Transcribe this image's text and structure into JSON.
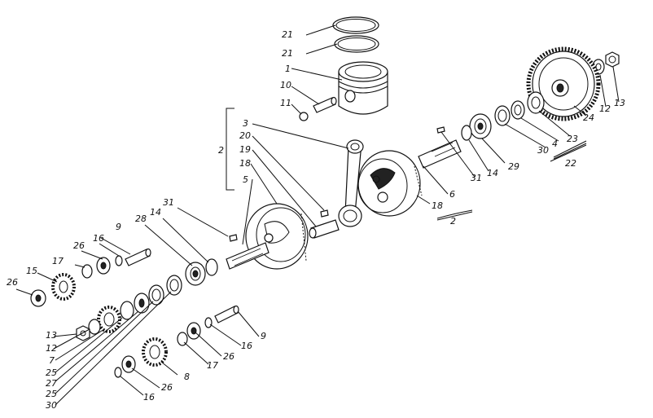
{
  "labels": {
    "l21a": "21",
    "l21b": "21",
    "l1": "1",
    "l10": "10",
    "l11": "11",
    "l13r": "13",
    "l12r": "12",
    "l24": "24",
    "l23": "23",
    "l4": "4",
    "l30r": "30",
    "l22": "22",
    "l29": "29",
    "l14r": "14",
    "l31r": "31",
    "l6": "6",
    "l18r": "18",
    "l2r": "2",
    "l3": "3",
    "l20": "20",
    "l19": "19",
    "l18l": "18",
    "l5": "5",
    "l2l": "2",
    "l31l": "31",
    "l28": "28",
    "l14l": "14",
    "l9a": "9",
    "l16a": "16",
    "l26a": "26",
    "l17a": "17",
    "l15": "15",
    "l26b": "26",
    "l13l": "13",
    "l12l": "12",
    "l7": "7",
    "l25a": "25",
    "l27": "27",
    "l25b": "25",
    "l30l": "30",
    "l16b": "16",
    "l26c": "26",
    "l8": "8",
    "l17b": "17",
    "l26d": "26",
    "l16c": "16",
    "l9b": "9"
  }
}
